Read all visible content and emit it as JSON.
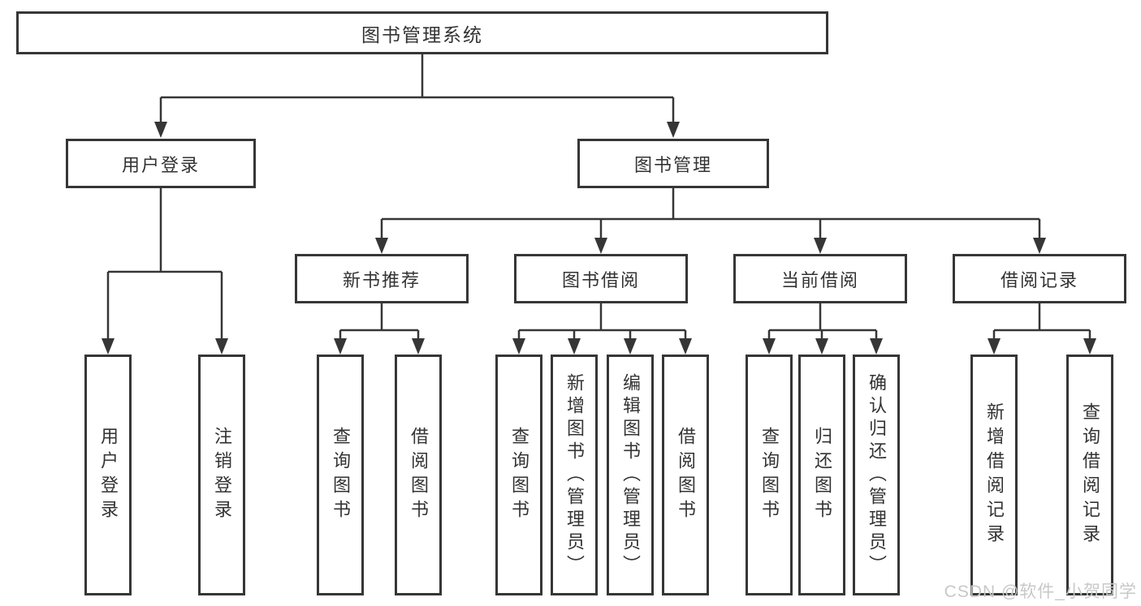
{
  "colors": {
    "line": "#363636",
    "box_border": "#363636",
    "text": "#333333",
    "background": "#ffffff",
    "watermark": "#c8c8c8"
  },
  "root": {
    "label": "图书管理系统"
  },
  "level2": [
    {
      "label": "用户登录"
    },
    {
      "label": "图书管理"
    }
  ],
  "level3": [
    {
      "label": "新书推荐",
      "parent": "图书管理"
    },
    {
      "label": "图书借阅",
      "parent": "图书管理"
    },
    {
      "label": "当前借阅",
      "parent": "图书管理"
    },
    {
      "label": "借阅记录",
      "parent": "图书管理"
    }
  ],
  "leaves": [
    {
      "label": "用户登录",
      "parent": "用户登录"
    },
    {
      "label": "注销登录",
      "parent": "用户登录"
    },
    {
      "label": "查询图书",
      "parent": "新书推荐"
    },
    {
      "label": "借阅图书",
      "parent": "新书推荐"
    },
    {
      "label": "查询图书",
      "parent": "图书借阅"
    },
    {
      "label": "新增图书（管理员）",
      "parent": "图书借阅"
    },
    {
      "label": "编辑图书（管理员）",
      "parent": "图书借阅"
    },
    {
      "label": "借阅图书",
      "parent": "图书借阅"
    },
    {
      "label": "查询图书",
      "parent": "当前借阅"
    },
    {
      "label": "归还图书",
      "parent": "当前借阅"
    },
    {
      "label": "确认归还（管理员）",
      "parent": "当前借阅"
    },
    {
      "label": "新增借阅记录",
      "parent": "借阅记录"
    },
    {
      "label": "查询借阅记录",
      "parent": "借阅记录"
    }
  ],
  "watermark": {
    "text": "CSDN @软件_小贺同学"
  }
}
